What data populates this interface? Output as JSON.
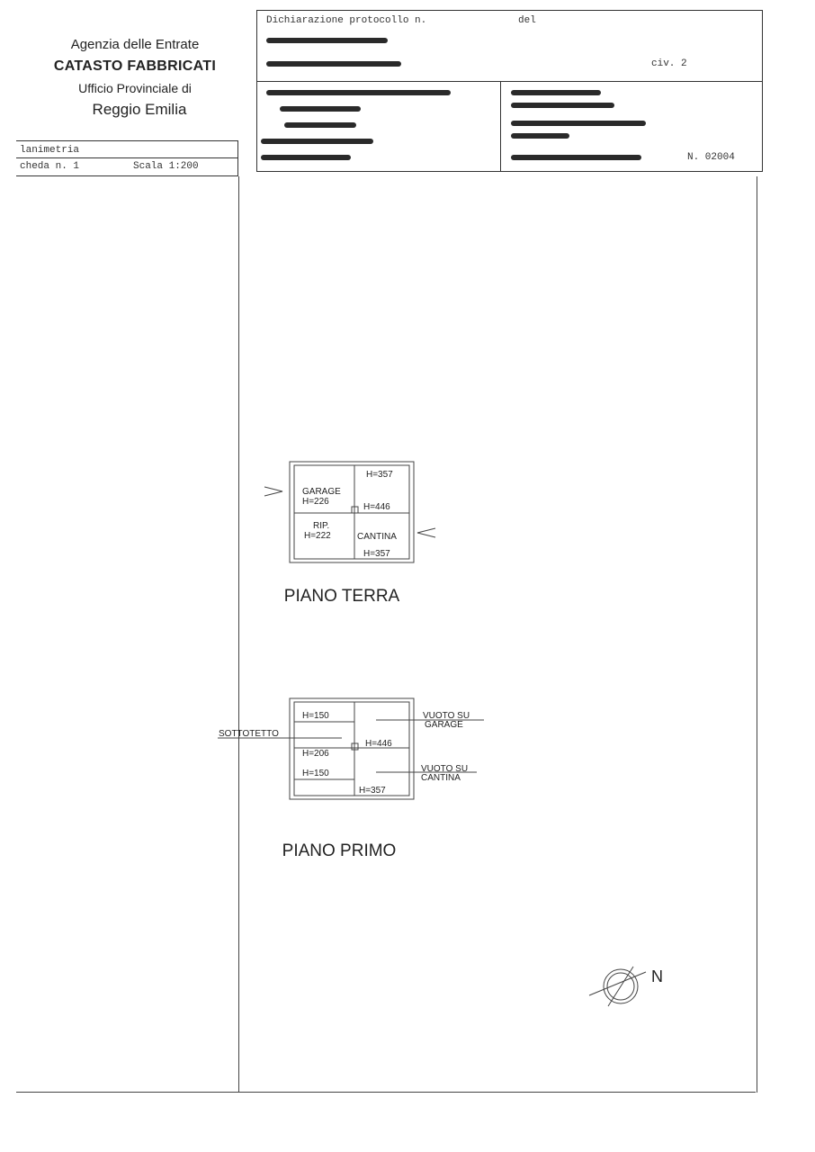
{
  "agency": {
    "line1": "Agenzia delle Entrate",
    "line2": "CATASTO FABBRICATI",
    "line3": "Ufficio Provinciale di",
    "line4": "Reggio Emilia"
  },
  "planimetria": {
    "title": "lanimetria",
    "scheda": "cheda n. 1",
    "scala": "Scala 1:200"
  },
  "header": {
    "dichiarazione": "Dichiarazione protocollo n.",
    "del": "del",
    "civ": "civ. 2",
    "numero": "N. 02004"
  },
  "floors": {
    "ground": {
      "title": "PIANO TERRA",
      "garage": "GARAGE",
      "garage_h": "H=226",
      "rip": "RIP.",
      "rip_h": "H=222",
      "cantina": "CANTINA",
      "h357_top": "H=357",
      "h446": "H=446",
      "h357_bottom": "H=357"
    },
    "first": {
      "title": "PIANO PRIMO",
      "sottotetto": "SOTTOTETTO",
      "h150_top": "H=150",
      "h206": "H=206",
      "h150_bottom": "H=150",
      "h446": "H=446",
      "h357": "H=357",
      "vuoto_garage_1": "VUOTO SU",
      "vuoto_garage_2": "GARAGE",
      "vuoto_cantina_1": "VUOTO SU",
      "vuoto_cantina_2": "CANTINA"
    }
  },
  "north": "N"
}
